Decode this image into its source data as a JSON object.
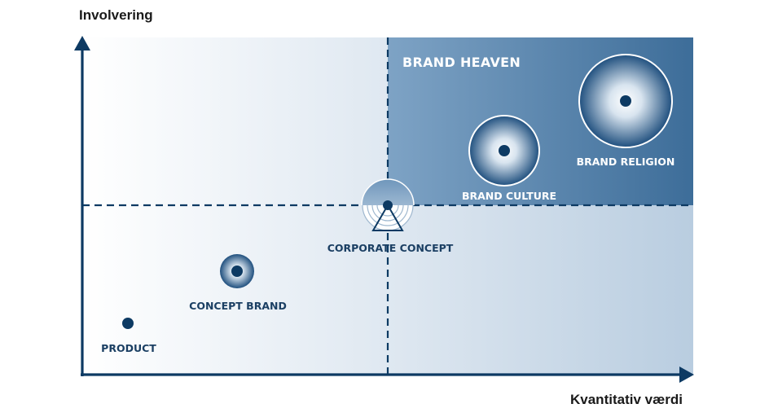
{
  "axes": {
    "y_title": "Involvering",
    "x_title": "Kvantitativ værdi"
  },
  "zone": {
    "title": "BRAND HEAVEN"
  },
  "nodes": [
    {
      "id": "product",
      "label": "PRODUCT",
      "level": 0
    },
    {
      "id": "concept-brand",
      "label": "CONCEPT BRAND",
      "level": 1
    },
    {
      "id": "corporate-concept",
      "label": "CORPORATE CONCEPT",
      "level": 2
    },
    {
      "id": "brand-culture",
      "label": "BRAND CULTURE",
      "level": 3
    },
    {
      "id": "brand-religion",
      "label": "BRAND RELIGION",
      "level": 4
    }
  ],
  "colors": {
    "axis": "#0d3a63",
    "dot": "#0d3a63",
    "zone_dark": "#3a6c98",
    "zone_light": "#7fa3c4",
    "label": "#1b3f63"
  }
}
